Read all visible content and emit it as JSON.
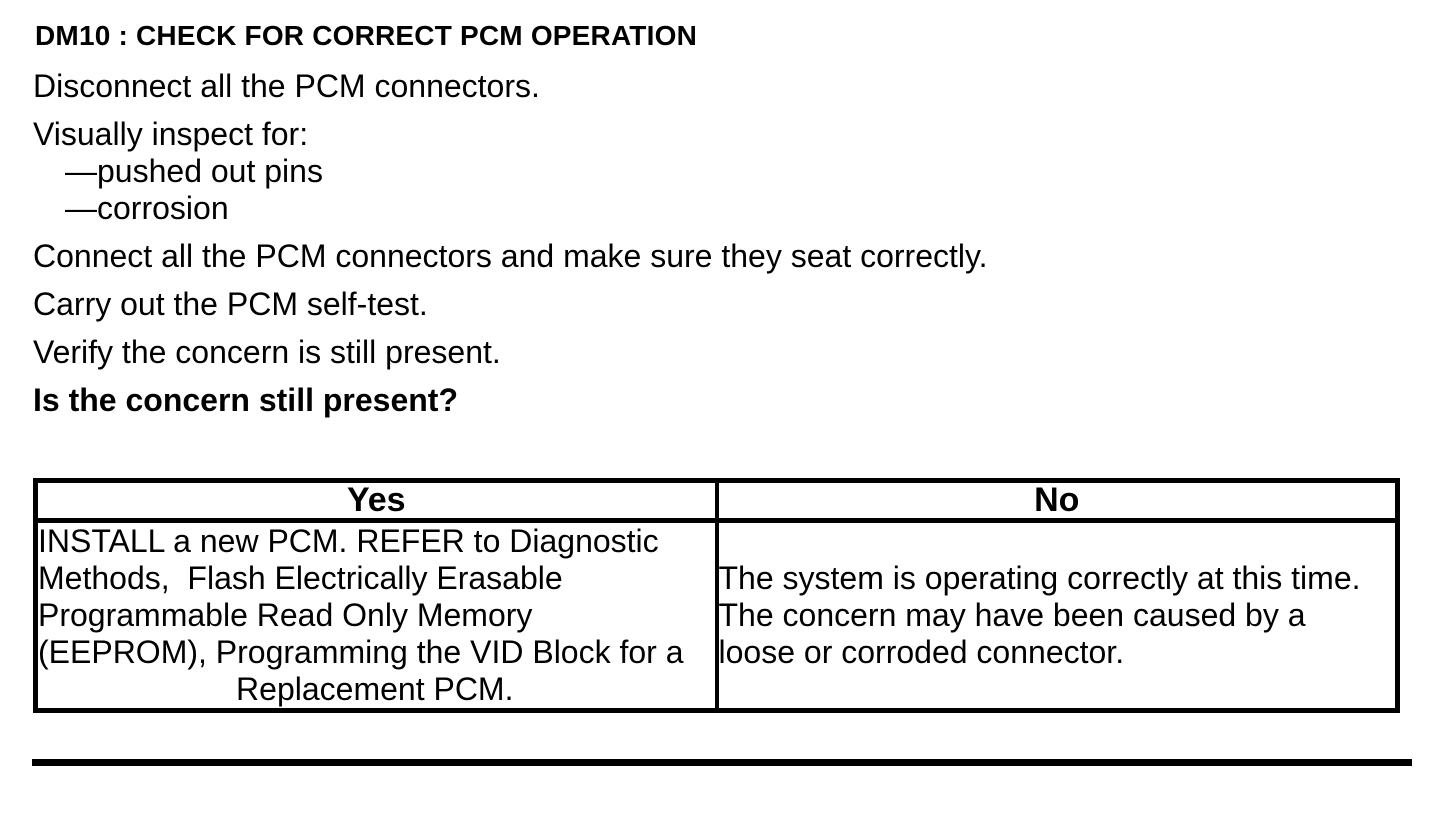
{
  "procedure": {
    "heading": "DM10 : CHECK FOR CORRECT PCM OPERATION",
    "step_disconnect": "Disconnect all the PCM connectors.",
    "inspect": {
      "intro": "Visually inspect for:",
      "items": [
        "—pushed out pins",
        "—corrosion"
      ]
    },
    "step_connect": "Connect all the PCM connectors and make sure they seat correctly.",
    "step_selftest": "Carry out the PCM self-test.",
    "step_verify": "Verify the concern is still present.",
    "question": "Is the concern still present?"
  },
  "results_table": {
    "yes_header": "Yes",
    "no_header": "No",
    "yes_lines": [
      "INSTALL a new PCM. REFER to Diagnostic",
      "Methods,  Flash Electrically Erasable",
      "Programmable Read Only Memory",
      "(EEPROM), Programming the VID Block for a",
      "Replacement PCM."
    ],
    "no_lines": [
      "The system is operating correctly at this time.",
      "The concern may have been caused by a",
      "loose or corroded connector."
    ]
  },
  "colors": {
    "text": "#000000",
    "background": "#ffffff",
    "border": "#000000"
  }
}
